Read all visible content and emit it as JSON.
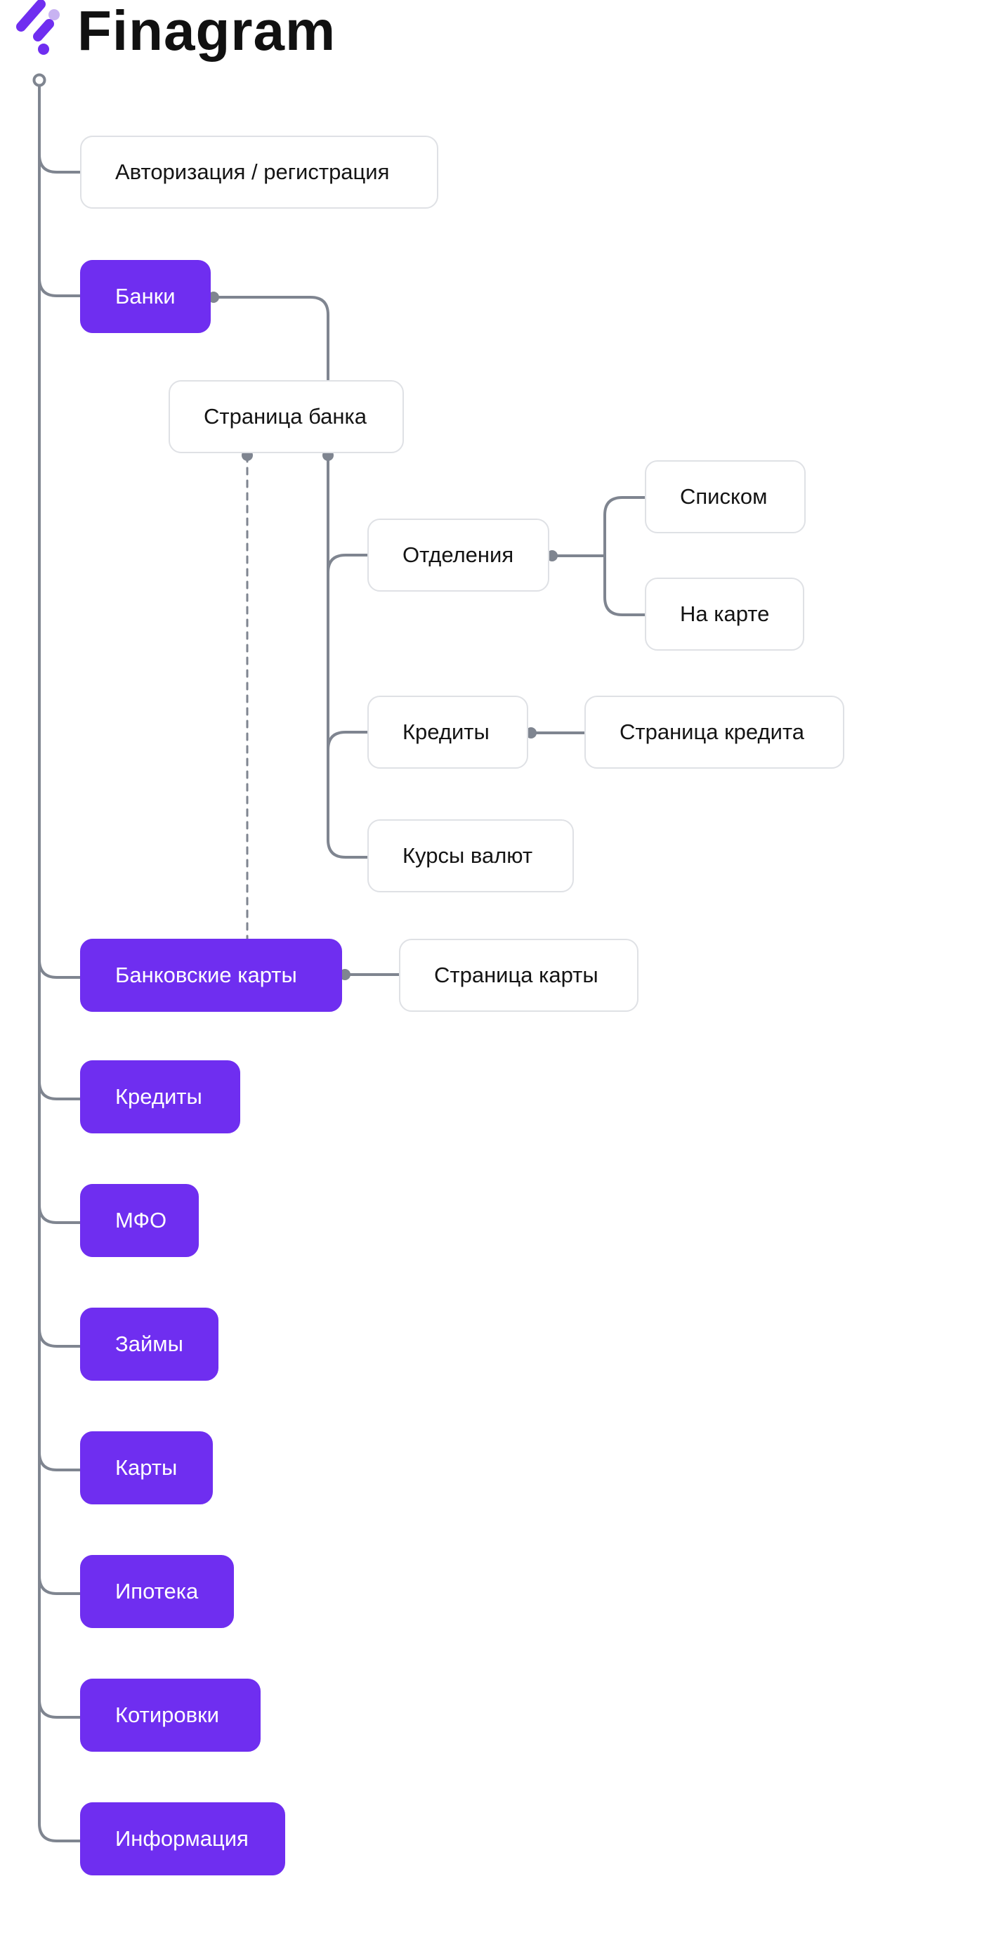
{
  "brand": {
    "logo": "finagram-logo-icon",
    "title": "Finagram"
  },
  "colors": {
    "accent": "#6f2ef0",
    "accent_light": "#c8b3f2",
    "connector": "#7f8590",
    "node_border": "#dfe1e5",
    "text_dark": "#141414"
  },
  "nodes": {
    "auth": "Авторизация / регистрация",
    "banks": "Банки",
    "bank_page": "Страница банка",
    "branches": "Отделения",
    "as_list": "Списком",
    "on_map": "На карте",
    "bank_credits": "Кредиты",
    "credit_page": "Страница кредита",
    "exchange_rates": "Курсы валют",
    "bank_cards": "Банковские карты",
    "card_page": "Страница карты",
    "credits": "Кредиты",
    "mfo": "МФО",
    "loans": "Займы",
    "cards": "Карты",
    "mortgage": "Ипотека",
    "quotes": "Котировки",
    "info": "Информация"
  }
}
